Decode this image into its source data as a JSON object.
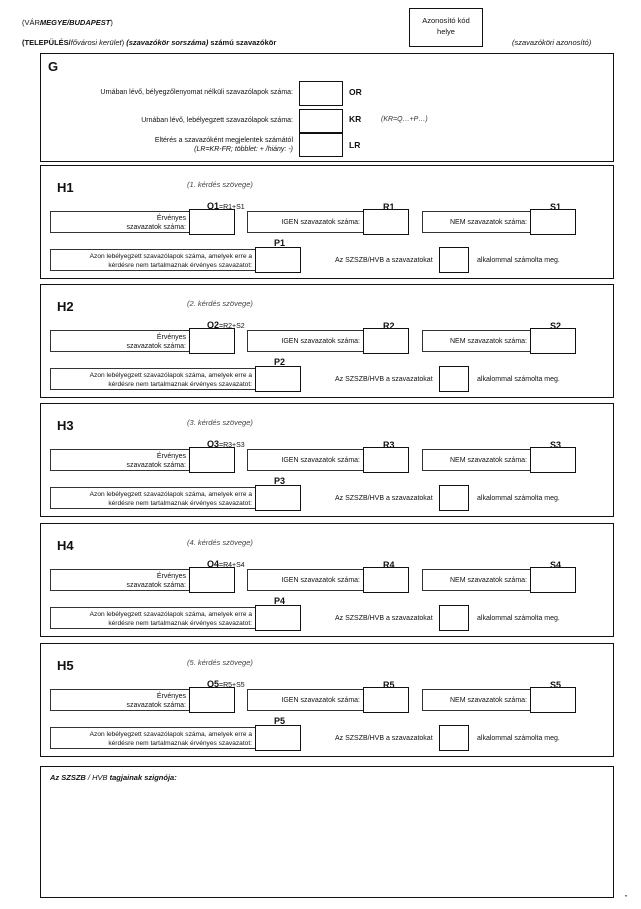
{
  "header": {
    "county_prefix": "(VÁR",
    "county_italic": "MEGYE/BUDAPEST",
    "county_suffix": ")",
    "settlement_bold": "(TELEPÜLÉS/",
    "settlement_italic": "fővárosi kerület",
    "settlement_mid": ") ",
    "station_italic": "(szavazókör sorszáma)",
    "station_suffix": " számú szavazókör",
    "id_box_label": "Azonosító kód helye",
    "station_id": "(szavazóköri azonosító)"
  },
  "section_g": {
    "title": "G",
    "rows": [
      {
        "label": "Urnában lévő, bélyegzőlenyomat nélküli szavazólapok száma:",
        "code": "OR",
        "formula": ""
      },
      {
        "label": "Urnában lévő, lebélyegzett szavazólapok száma:",
        "code": "KR",
        "formula": "(KR=Q…+P…)"
      },
      {
        "label": "Eltérés a szavazóként megjelentek számától",
        "label2": "(LR=KR-FR; többlet: + /hiány: -)",
        "code": "LR",
        "formula": ""
      }
    ]
  },
  "common": {
    "valid_label_1": "Érvényes",
    "valid_label_2": "szavazatok száma:",
    "yes_label": "IGEN szavazatok száma:",
    "no_label": "NEM szavazatok száma:",
    "invalid_label_1": "Azon lebélyegzett szavazólapok száma, amelyek erre a",
    "invalid_label_2": "kérdésre nem tartalmaznak érvényes szavazatot:",
    "counted_label": "Az SZSZB/HVB a szavazatokat",
    "times_label": "alkalommal számolta meg."
  },
  "sections": [
    {
      "title": "H1",
      "question": "(1. kérdés szövege)",
      "q_code": "Q1",
      "q_formula": "=R1+S1",
      "r_code": "R1",
      "s_code": "S1",
      "p_code": "P1"
    },
    {
      "title": "H2",
      "question": "(2. kérdés szövege)",
      "q_code": "Q2",
      "q_formula": "=R2+S2",
      "r_code": "R2",
      "s_code": "S2",
      "p_code": "P2"
    },
    {
      "title": "H3",
      "question": "(3. kérdés szövege)",
      "q_code": "Q3",
      "q_formula": "=R3+S3",
      "r_code": "R3",
      "s_code": "S3",
      "p_code": "P3"
    },
    {
      "title": "H4",
      "question": "(4. kérdés szövege)",
      "q_code": "Q4",
      "q_formula": "=R4+S4",
      "r_code": "R4",
      "s_code": "S4",
      "p_code": "P4"
    },
    {
      "title": "H5",
      "question": "(5. kérdés szövege)",
      "q_code": "Q5",
      "q_formula": "=R5+S5",
      "r_code": "R5",
      "s_code": "S5",
      "p_code": "P5"
    }
  ],
  "signature": {
    "label_part1": "Az SZSZB",
    "label_part2": " / HVB ",
    "label_part3": "tagjainak szignója:"
  },
  "footer_mark": "”"
}
